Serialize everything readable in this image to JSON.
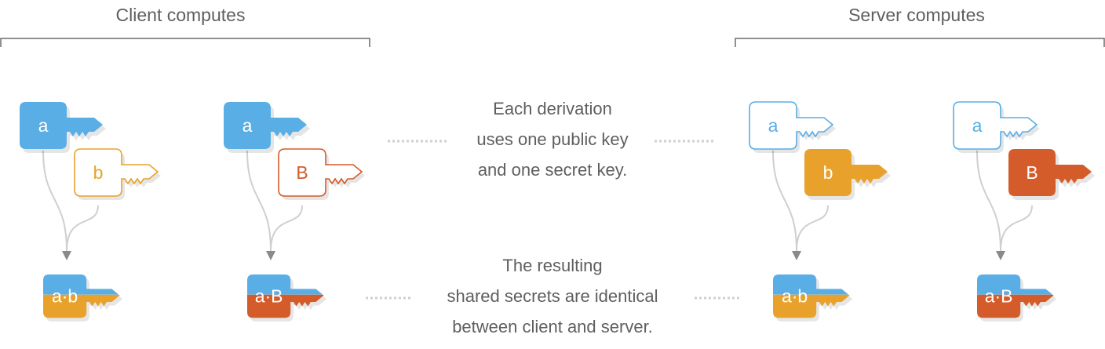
{
  "titles": {
    "client": "Client computes",
    "server": "Server computes"
  },
  "captions": {
    "derivation": [
      "Each derivation",
      "uses one public key",
      "and one secret key."
    ],
    "result": [
      "The resulting",
      "shared secrets are identical",
      "between client and server."
    ]
  },
  "keys": {
    "client_secret": "a",
    "client_public": "b",
    "server_public": "a",
    "server_secret_b": "b",
    "server_secret_B": "B",
    "other_public": "B",
    "shared_ab": "a·b",
    "shared_aB": "a·B"
  },
  "colors": {
    "blue": "#5aaee6",
    "orange": "#e8a22c",
    "red": "#d45b2a",
    "arrow": "#cfcfcf",
    "text": "#5f5f5f",
    "bracket": "#6b6b6b"
  }
}
